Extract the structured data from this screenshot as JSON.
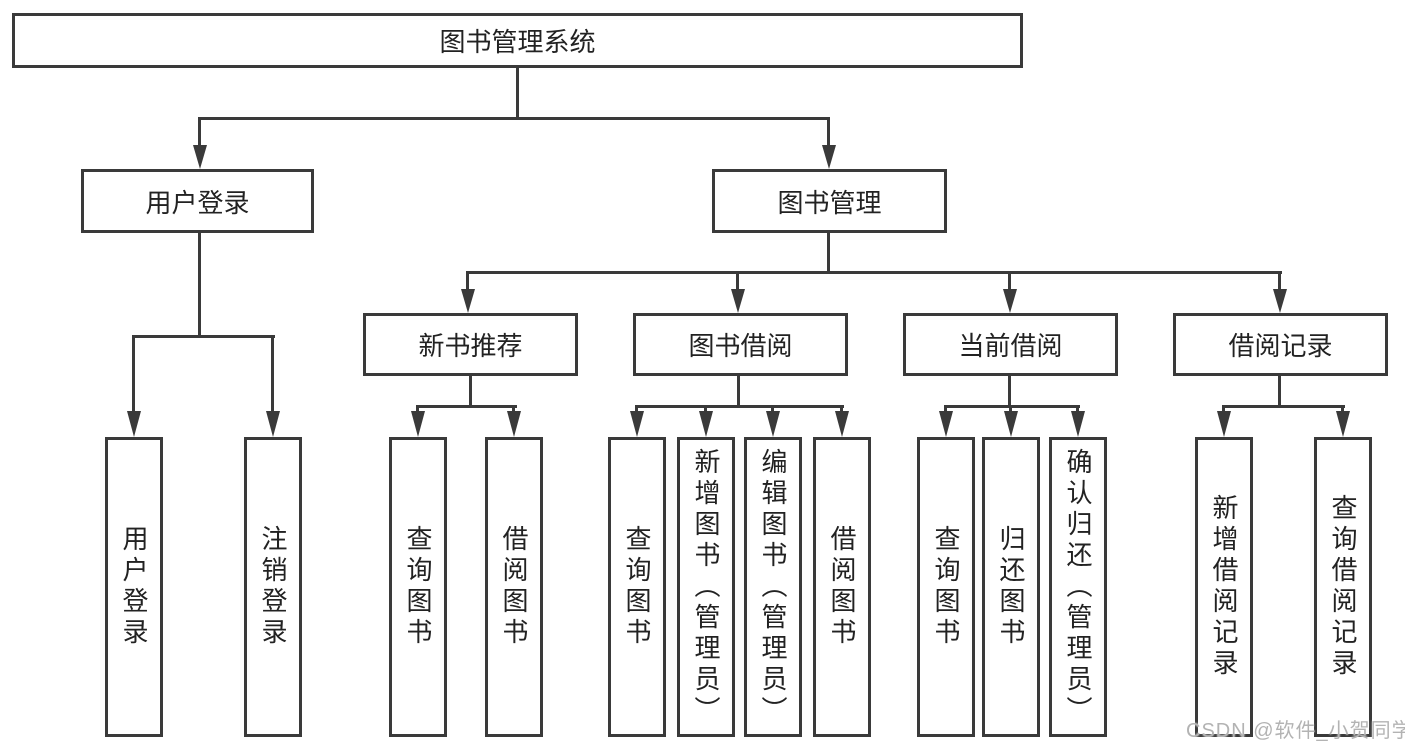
{
  "nodes": {
    "root": {
      "label": "图书管理系统"
    },
    "user_login": {
      "label": "用户登录"
    },
    "book_management": {
      "label": "图书管理"
    },
    "new_book_recommend": {
      "label": "新书推荐"
    },
    "book_borrow": {
      "label": "图书借阅"
    },
    "current_borrow": {
      "label": "当前借阅"
    },
    "borrow_records": {
      "label": "借阅记录"
    }
  },
  "leaves": {
    "user_login": [
      "用户登录",
      "注销登录"
    ],
    "new_book_recommend": [
      "查询图书",
      "借阅图书"
    ],
    "book_borrow": [
      "查询图书",
      "新增图书（管理员）",
      "编辑图书（管理员）",
      "借阅图书"
    ],
    "current_borrow": [
      "查询图书",
      "归还图书",
      "确认归还（管理员）"
    ],
    "borrow_records": [
      "新增借阅记录",
      "查询借阅记录"
    ]
  },
  "colors": {
    "line": "#3a3a3a",
    "text": "#222222",
    "watermark": "#b3b3b3",
    "background": "#ffffff"
  },
  "watermark": {
    "text": "CSDN @软件_小贺同学"
  }
}
